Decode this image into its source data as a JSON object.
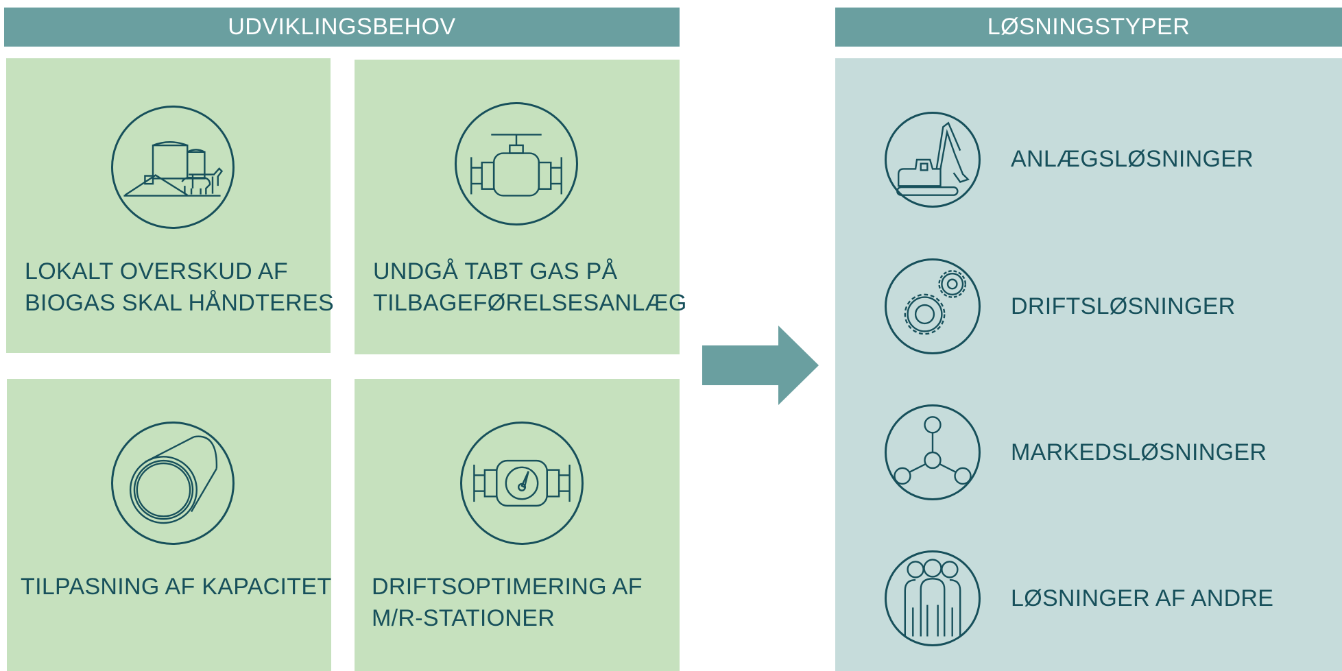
{
  "left_header": "UDVIKLINGSBEHOV",
  "right_header": "LØSNINGSTYPER",
  "needs": [
    {
      "icon": "biogas-farm-icon",
      "line1": "LOKALT OVERSKUD AF",
      "line2": "BIOGAS SKAL HÅNDTERES"
    },
    {
      "icon": "valve-icon",
      "line1": "UNDGÅ TABT GAS PÅ",
      "line2": "TILBAGEFØRELSESANLÆG"
    },
    {
      "icon": "pipe-icon",
      "line1": "TILPASNING AF KAPACITET",
      "line2": ""
    },
    {
      "icon": "gas-meter-icon",
      "line1": "DRIFTSOPTIMERING AF",
      "line2": "M/R-STATIONER"
    }
  ],
  "solutions": [
    {
      "icon": "excavator-icon",
      "label": "ANLÆGSLØSNINGER"
    },
    {
      "icon": "gears-icon",
      "label": "DRIFTSLØSNINGER"
    },
    {
      "icon": "network-icon",
      "label": "MARKEDSLØSNINGER"
    },
    {
      "icon": "people-icon",
      "label": "LØSNINGER AF ANDRE"
    }
  ],
  "colors": {
    "header": "#6a9fa0",
    "need_card": "#c6e1be",
    "solution_panel": "#c6dcdb",
    "arrow": "#6a9fa0",
    "text": "#17505b"
  }
}
